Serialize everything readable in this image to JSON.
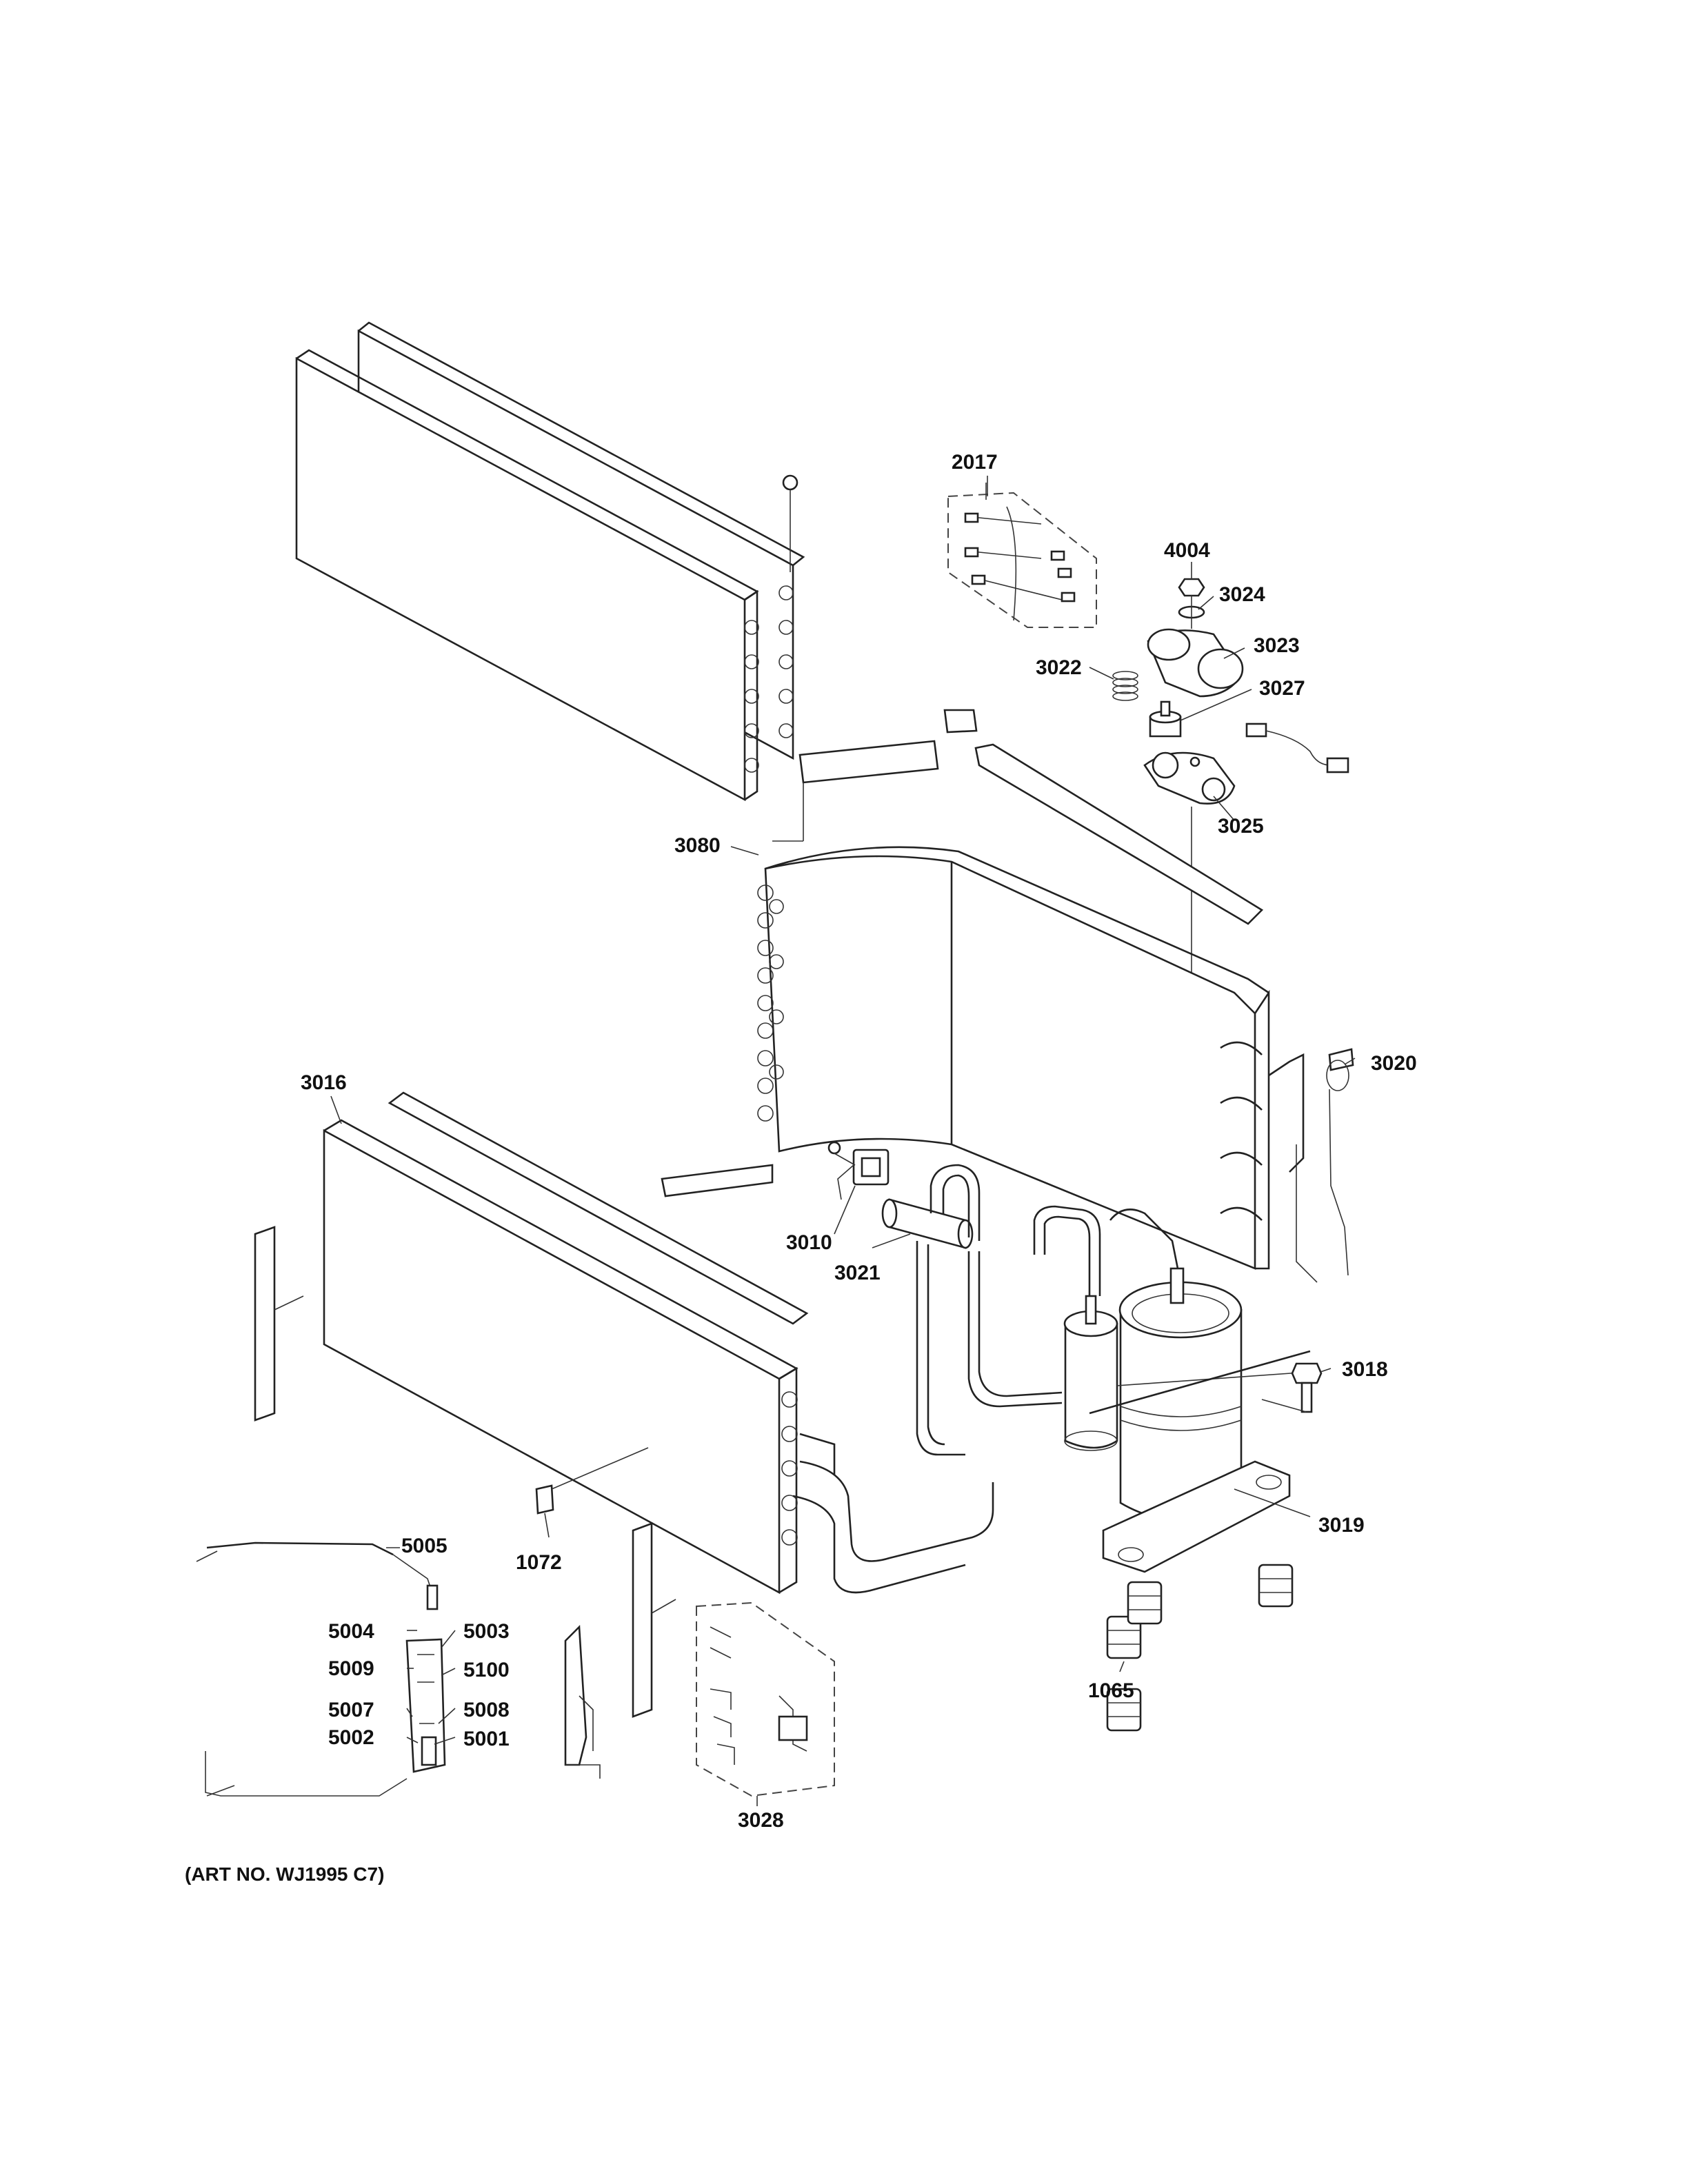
{
  "diagram": {
    "callouts": [
      {
        "id": "2017",
        "label": "2017"
      },
      {
        "id": "4004",
        "label": "4004"
      },
      {
        "id": "3024",
        "label": "3024"
      },
      {
        "id": "3023",
        "label": "3023"
      },
      {
        "id": "3022",
        "label": "3022"
      },
      {
        "id": "3027",
        "label": "3027"
      },
      {
        "id": "3025",
        "label": "3025"
      },
      {
        "id": "3080",
        "label": "3080"
      },
      {
        "id": "3020",
        "label": "3020"
      },
      {
        "id": "3016",
        "label": "3016"
      },
      {
        "id": "3010",
        "label": "3010"
      },
      {
        "id": "3021",
        "label": "3021"
      },
      {
        "id": "3018",
        "label": "3018"
      },
      {
        "id": "3019",
        "label": "3019"
      },
      {
        "id": "5005",
        "label": "5005"
      },
      {
        "id": "1072",
        "label": "1072"
      },
      {
        "id": "5004",
        "label": "5004"
      },
      {
        "id": "5003",
        "label": "5003"
      },
      {
        "id": "5009",
        "label": "5009"
      },
      {
        "id": "5100",
        "label": "5100"
      },
      {
        "id": "5007",
        "label": "5007"
      },
      {
        "id": "5008",
        "label": "5008"
      },
      {
        "id": "5002",
        "label": "5002"
      },
      {
        "id": "5001",
        "label": "5001"
      },
      {
        "id": "1065",
        "label": "1065"
      },
      {
        "id": "3028",
        "label": "3028"
      }
    ],
    "art_number": "(ART NO. WJ1995 C7)"
  }
}
